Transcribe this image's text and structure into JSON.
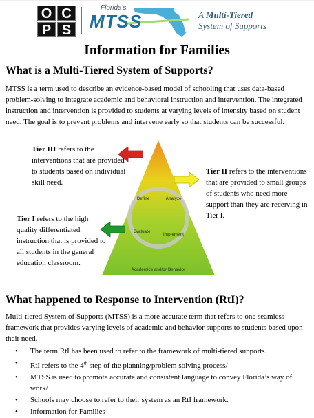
{
  "header": {
    "ocps_letters": [
      "O",
      "C",
      "P",
      "S"
    ],
    "mtss_small": "Florida's",
    "mtss_big": "MTSS",
    "tagline_line1_prefix": "A ",
    "tagline_line1_bold": "Multi-Tiered",
    "tagline_line2": "System of Supports",
    "colors": {
      "mtss_blue": "#1b6f9e",
      "florida_shape": "#2aa0d4",
      "tagline": "#2f5f78"
    }
  },
  "title": "Information for Families",
  "section1": {
    "heading": "What is a Multi-Tiered System of Supports?",
    "paragraph": "MTSS is a term used to describe an evidence-based model of schooling that uses data-based problem-solving to integrate academic and behavioral instruction and intervention.  The integrated instruction and intervention is provided to students at varying levels of intensity based on student need.  The goal is to prevent problems and intervene early so that students can be successful."
  },
  "pyramid": {
    "tier3": {
      "label": "Tier III",
      "text": " refers to the interventions that are provided to students based on individual skill need."
    },
    "tier2": {
      "label": "Tier II",
      "text": " refers to the interventions that are provided to small groups of students who need more support than they are receiving in Tier I."
    },
    "tier1": {
      "label": "Tier I",
      "text": " refers to the high quality differentiated instruction that is provided to all students in the general education classroom."
    },
    "cycle": [
      "Define",
      "Analyze",
      "Implement",
      "Evaluate"
    ],
    "base_label": "Academics and/or Behavior",
    "arrow_colors": {
      "tier3": "#d9261c",
      "tier2": "#f4ee2a",
      "tier1": "#1e9a2c"
    }
  },
  "section2": {
    "heading": "What happened to Response to Intervention (RtI)?",
    "paragraph": "Multi-tiered System of Supports (MTSS) is a more accurate term that refers to one seamless framework that provides varying levels of academic and behavior supports to students based upon their need.",
    "bullets": [
      "The term RtI has been used to refer to the framework of multi-tiered supports.",
      "RtI refers to the 4th step of the planning/problem solving process/",
      "MTSS is used to promote accurate and consistent language to convey Florida’s way of work/",
      "Schools may choose to refer to their system as an RtI framework.",
      "Information for Families"
    ],
    "bullet_symbol": "•"
  }
}
